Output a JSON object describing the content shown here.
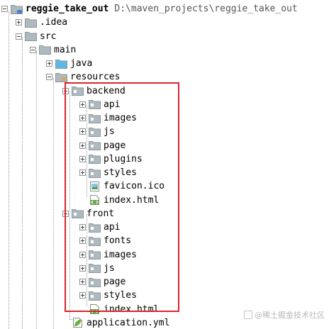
{
  "project": {
    "name": "reggie_take_out",
    "path": "D:\\maven_projects\\reggie_take_out"
  },
  "nodes": [
    {
      "label": "reggie_take_out",
      "icon": "module-folder-icon",
      "toggle": "minus",
      "level": 0
    },
    {
      "label": ".idea",
      "icon": "folder-icon",
      "toggle": "plus",
      "level": 1
    },
    {
      "label": "src",
      "icon": "folder-icon",
      "toggle": "minus",
      "level": 1
    },
    {
      "label": "main",
      "icon": "folder-icon",
      "toggle": "minus",
      "level": 2
    },
    {
      "label": "java",
      "icon": "source-folder-icon",
      "toggle": "plus",
      "level": 3
    },
    {
      "label": "resources",
      "icon": "resources-folder-icon",
      "toggle": "minus",
      "level": 3
    },
    {
      "label": "backend",
      "icon": "package-folder-icon",
      "toggle": "minus",
      "level": 4
    },
    {
      "label": "api",
      "icon": "package-folder-icon",
      "toggle": "plus",
      "level": 5
    },
    {
      "label": "images",
      "icon": "package-folder-icon",
      "toggle": "plus",
      "level": 5
    },
    {
      "label": "js",
      "icon": "package-folder-icon",
      "toggle": "plus",
      "level": 5
    },
    {
      "label": "page",
      "icon": "package-folder-icon",
      "toggle": "plus",
      "level": 5
    },
    {
      "label": "plugins",
      "icon": "package-folder-icon",
      "toggle": "plus",
      "level": 5
    },
    {
      "label": "styles",
      "icon": "package-folder-icon",
      "toggle": "plus",
      "level": 5
    },
    {
      "label": "favicon.ico",
      "icon": "image-file-icon",
      "toggle": "none",
      "level": 5
    },
    {
      "label": "index.html",
      "icon": "html-file-icon",
      "toggle": "none",
      "level": 5
    },
    {
      "label": "front",
      "icon": "package-folder-icon",
      "toggle": "minus",
      "level": 4
    },
    {
      "label": "api",
      "icon": "package-folder-icon",
      "toggle": "plus",
      "level": 5
    },
    {
      "label": "fonts",
      "icon": "package-folder-icon",
      "toggle": "plus",
      "level": 5
    },
    {
      "label": "images",
      "icon": "package-folder-icon",
      "toggle": "plus",
      "level": 5
    },
    {
      "label": "js",
      "icon": "package-folder-icon",
      "toggle": "plus",
      "level": 5
    },
    {
      "label": "page",
      "icon": "package-folder-icon",
      "toggle": "plus",
      "level": 5
    },
    {
      "label": "styles",
      "icon": "package-folder-icon",
      "toggle": "plus",
      "level": 5
    },
    {
      "label": "index.html",
      "icon": "html-file-icon",
      "toggle": "none",
      "level": 5
    },
    {
      "label": "application.yml",
      "icon": "yaml-file-icon",
      "toggle": "none",
      "level": 4
    }
  ],
  "watermark": "@稀土掘金技术社区",
  "colors": {
    "highlight": "#d9262c",
    "folder": "#aeb9c0",
    "source_folder": "#5fb8e6",
    "resources_folder": "#aeb9c0",
    "resources_stripes": "#e6a23a",
    "spring_leaf": "#6db33f"
  }
}
